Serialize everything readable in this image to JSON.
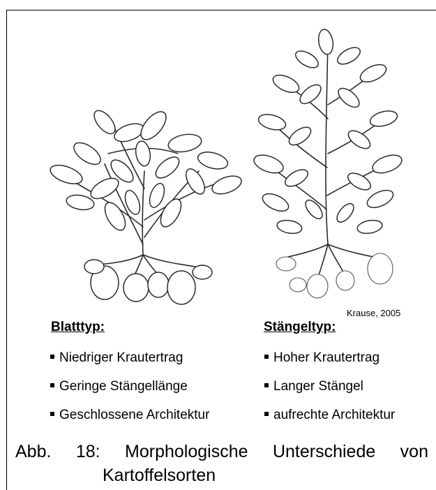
{
  "credit": "Krause, 2005",
  "left": {
    "heading": "Blatttyp:",
    "items": [
      "Niedriger Krautertrag",
      "Geringe Stängellänge",
      "Geschlossene Architektur"
    ]
  },
  "right": {
    "heading": "Stängeltyp:",
    "items": [
      "Hoher Krautertrag",
      "Langer Stängel",
      "aufrechte Architektur"
    ]
  },
  "caption": {
    "line1": "Abb. 18: Morphologische Unterschiede von",
    "line2": "Kartoffelsorten"
  },
  "colors": {
    "line": "#000000",
    "background": "#ffffff",
    "sketch": "#2a2a2a"
  }
}
